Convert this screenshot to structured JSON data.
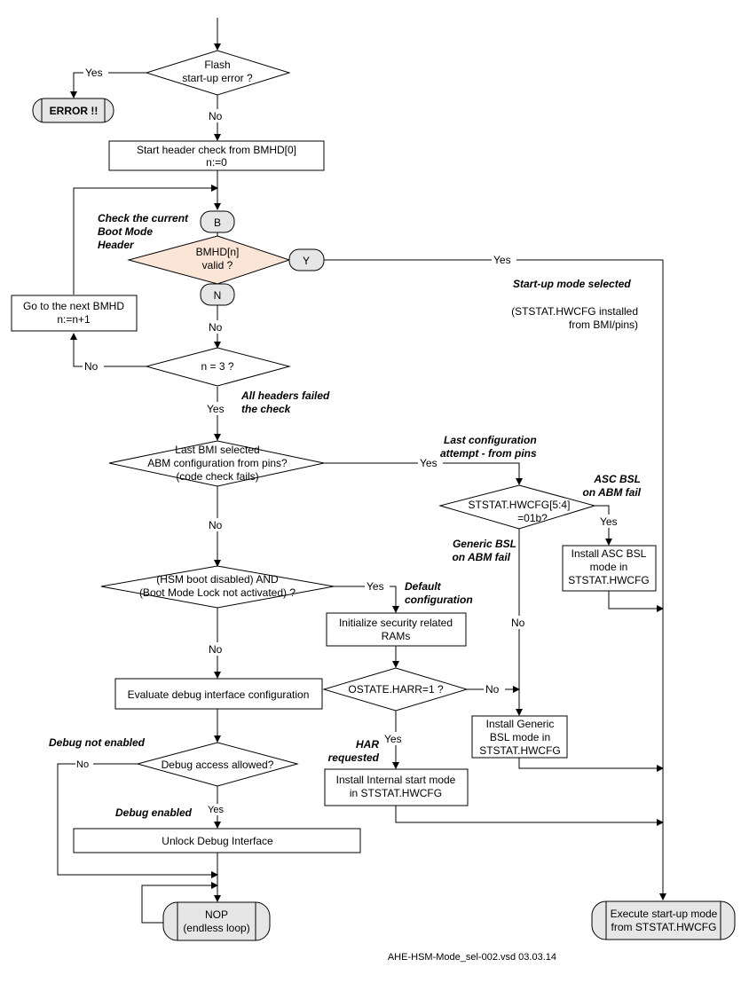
{
  "nodes": {
    "flash_err": [
      "Flash",
      "start-up error ?"
    ],
    "error": "ERROR !!",
    "start_hdr": [
      "Start header check from BMHD[0]",
      "n:=0"
    ],
    "b_conn": "B",
    "bmhd_valid": [
      "BMHD[n]",
      "valid ?"
    ],
    "y_conn": "Y",
    "n_conn": "N",
    "next_bmhd": [
      "Go to the next BMHD",
      "n:=n+1"
    ],
    "n_eq_3": "n = 3 ?",
    "last_bmi": [
      "Last BMI selected",
      "ABM configuration from pins?",
      "(code check fails)"
    ],
    "hwcfg_54": [
      "STSTAT.HWCFG[5:4]",
      "=01b?"
    ],
    "install_asc": [
      "Install ASC BSL",
      "mode in",
      "STSTAT.HWCFG"
    ],
    "hsm_boot": [
      "(HSM boot disabled) AND",
      "(Boot Mode Lock not activated) ?"
    ],
    "init_sec": [
      "Initialize security related",
      "RAMs"
    ],
    "ostate": "OSTATE.HARR=1 ?",
    "eval_debug": "Evaluate debug interface configuration",
    "install_generic": [
      "Install Generic",
      "BSL mode in",
      "STSTAT.HWCFG"
    ],
    "debug_allowed": "Debug access allowed?",
    "install_internal": [
      "Install Internal start mode",
      "in STSTAT.HWCFG"
    ],
    "unlock_debug": "Unlock Debug Interface",
    "nop": [
      "NOP",
      "(endless loop)"
    ],
    "execute": [
      "Execute start-up mode",
      "from STSTAT.HWCFG"
    ]
  },
  "edge_labels": {
    "yes": "Yes",
    "no": "No"
  },
  "annotations": {
    "check_current": [
      "Check the current",
      "Boot Mode",
      "Header"
    ],
    "startup_selected": "Start-up mode selected",
    "hwcfg_installed": [
      "(STSTAT.HWCFG installed",
      "from BMI/pins)"
    ],
    "all_failed": [
      "All headers failed",
      "the check"
    ],
    "last_config": [
      "Last configuration",
      "attempt - from pins"
    ],
    "asc_bsl": [
      "ASC BSL",
      "on ABM fail"
    ],
    "generic_bsl": [
      "Generic BSL",
      "on ABM fail"
    ],
    "default_config": [
      "Default",
      "configuration"
    ],
    "har_requested": [
      "HAR",
      "requested"
    ],
    "debug_not_enabled": "Debug not enabled",
    "debug_enabled": "Debug enabled"
  },
  "footer": "AHE-HSM-Mode_sel-002.vsd 03.03.14",
  "colors": {
    "highlight_diamond": "#fbe5d6",
    "terminator": "#e6e6e6"
  }
}
